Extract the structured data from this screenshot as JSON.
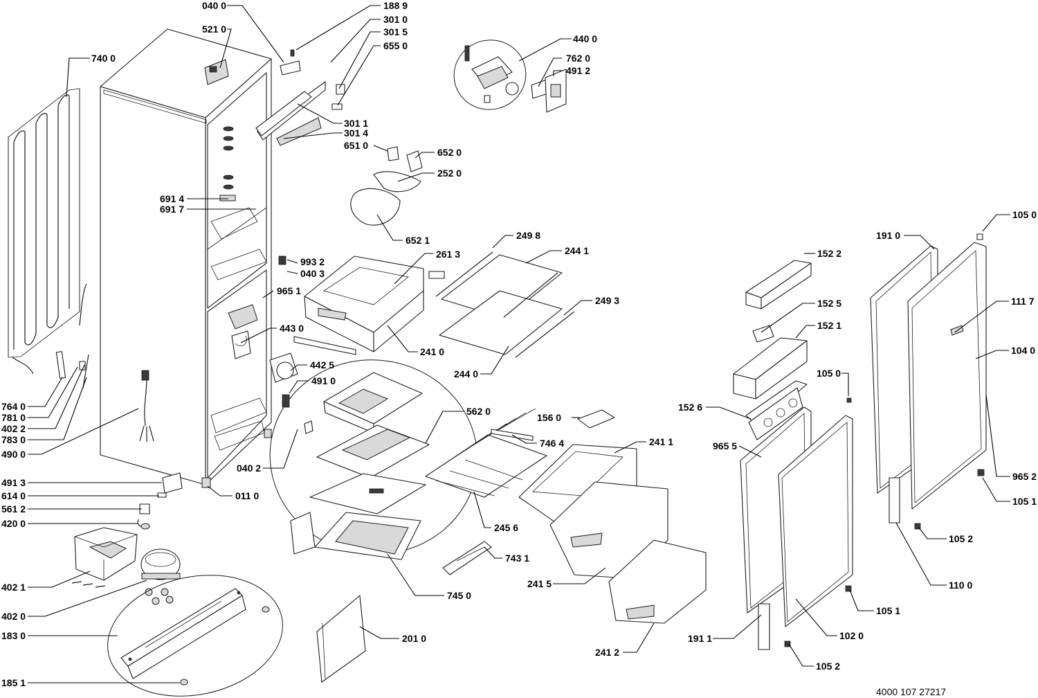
{
  "document_id": "4000 107  27217",
  "callouts": [
    {
      "id": "040 0",
      "text": "040 0"
    },
    {
      "id": "188 9",
      "text": "188 9"
    },
    {
      "id": "301 0",
      "text": "301 0"
    },
    {
      "id": "301 5",
      "text": "301 5"
    },
    {
      "id": "655 0",
      "text": "655 0"
    },
    {
      "id": "521 0",
      "text": "521 0"
    },
    {
      "id": "740 0",
      "text": "740 0"
    },
    {
      "id": "440 0",
      "text": "440 0"
    },
    {
      "id": "762 0",
      "text": "762 0"
    },
    {
      "id": "491 2",
      "text": "491 2"
    },
    {
      "id": "301 1",
      "text": "301 1"
    },
    {
      "id": "301 4",
      "text": "301 4"
    },
    {
      "id": "651 0",
      "text": "651 0"
    },
    {
      "id": "652 0",
      "text": "652 0"
    },
    {
      "id": "252 0",
      "text": "252 0"
    },
    {
      "id": "691 4",
      "text": "691 4"
    },
    {
      "id": "691 7",
      "text": "691 7"
    },
    {
      "id": "652 1",
      "text": "652 1"
    },
    {
      "id": "249 8",
      "text": "249 8"
    },
    {
      "id": "244 1",
      "text": "244 1"
    },
    {
      "id": "261 3",
      "text": "261 3"
    },
    {
      "id": "993 2",
      "text": "993 2"
    },
    {
      "id": "040 3",
      "text": "040 3"
    },
    {
      "id": "965 1",
      "text": "965 1"
    },
    {
      "id": "249 3",
      "text": "249 3"
    },
    {
      "id": "443 0",
      "text": "443 0"
    },
    {
      "id": "241 0",
      "text": "241 0"
    },
    {
      "id": "442 5",
      "text": "442 5"
    },
    {
      "id": "244 0",
      "text": "244 0"
    },
    {
      "id": "491 0",
      "text": "491 0"
    },
    {
      "id": "764 0",
      "text": "764 0"
    },
    {
      "id": "781 0",
      "text": "781 0"
    },
    {
      "id": "402 2",
      "text": "402 2"
    },
    {
      "id": "783 0",
      "text": "783 0"
    },
    {
      "id": "490 0",
      "text": "490 0"
    },
    {
      "id": "562 0",
      "text": "562 0"
    },
    {
      "id": "156 0",
      "text": "156 0"
    },
    {
      "id": "746 4",
      "text": "746 4"
    },
    {
      "id": "241 1",
      "text": "241 1"
    },
    {
      "id": "040 2",
      "text": "040 2"
    },
    {
      "id": "491 3",
      "text": "491 3"
    },
    {
      "id": "011 0",
      "text": "011 0"
    },
    {
      "id": "614 0",
      "text": "614 0"
    },
    {
      "id": "561 2",
      "text": "561 2"
    },
    {
      "id": "420 0",
      "text": "420 0"
    },
    {
      "id": "245 6",
      "text": "245 6"
    },
    {
      "id": "743 1",
      "text": "743 1"
    },
    {
      "id": "402 1",
      "text": "402 1"
    },
    {
      "id": "241 5",
      "text": "241 5"
    },
    {
      "id": "745 0",
      "text": "745 0"
    },
    {
      "id": "402 0",
      "text": "402 0"
    },
    {
      "id": "183 0",
      "text": "183 0"
    },
    {
      "id": "201 0",
      "text": "201 0"
    },
    {
      "id": "241 2",
      "text": "241 2"
    },
    {
      "id": "185 1",
      "text": "185 1"
    },
    {
      "id": "105 0 top",
      "text": "105 0"
    },
    {
      "id": "191 0",
      "text": "191 0"
    },
    {
      "id": "152 2",
      "text": "152 2"
    },
    {
      "id": "111 7",
      "text": "111 7"
    },
    {
      "id": "152 5",
      "text": "152 5"
    },
    {
      "id": "152 1",
      "text": "152 1"
    },
    {
      "id": "104 0",
      "text": "104 0"
    },
    {
      "id": "105 0 mid",
      "text": "105 0"
    },
    {
      "id": "152 6",
      "text": "152 6"
    },
    {
      "id": "965 5",
      "text": "965 5"
    },
    {
      "id": "965 2",
      "text": "965 2"
    },
    {
      "id": "105 1 top",
      "text": "105 1"
    },
    {
      "id": "105 2 top",
      "text": "105 2"
    },
    {
      "id": "110 0",
      "text": "110 0"
    },
    {
      "id": "105 1 bottom",
      "text": "105 1"
    },
    {
      "id": "191 1",
      "text": "191 1"
    },
    {
      "id": "102 0",
      "text": "102 0"
    },
    {
      "id": "105 2 bottom",
      "text": "105 2"
    }
  ]
}
